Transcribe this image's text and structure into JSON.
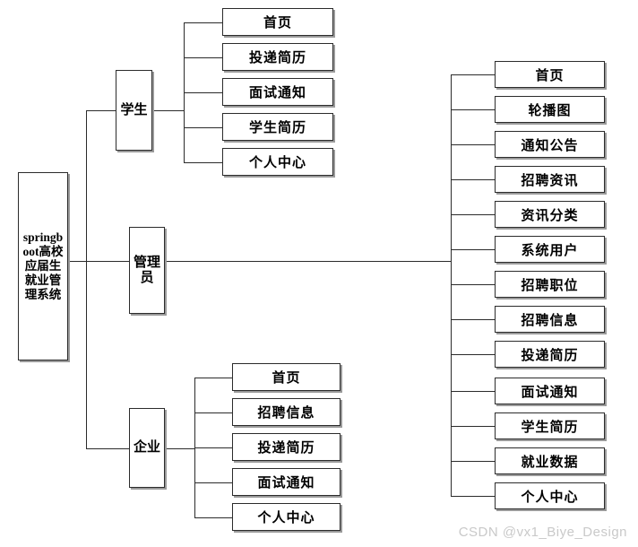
{
  "diagram": {
    "type": "tree-hierarchy-diagram",
    "title_node": {
      "label": "springboot高校应届生就业管理系统",
      "display_lines": [
        "spring",
        "g",
        "boot",
        "高校",
        "应届",
        "生就",
        "业管",
        "理系",
        "统"
      ]
    },
    "branches": [
      {
        "role": "学生",
        "role_display_lines": [
          "学",
          "生"
        ],
        "items": [
          {
            "label": "首页"
          },
          {
            "label": "投递简历"
          },
          {
            "label": "面试通知"
          },
          {
            "label": "学生简历"
          },
          {
            "label": "个人中心"
          }
        ]
      },
      {
        "role": "管理员",
        "role_display_lines": [
          "管",
          "理",
          "员"
        ],
        "items": [
          {
            "label": "首页"
          },
          {
            "label": "轮播图"
          },
          {
            "label": "通知公告"
          },
          {
            "label": "招聘资讯"
          },
          {
            "label": "资讯分类"
          },
          {
            "label": "系统用户"
          },
          {
            "label": "招聘职位"
          },
          {
            "label": "招聘信息"
          },
          {
            "label": "投递简历"
          },
          {
            "label": "面试通知"
          },
          {
            "label": "学生简历"
          },
          {
            "label": "就业数据"
          },
          {
            "label": "个人中心"
          }
        ]
      },
      {
        "role": "企业",
        "role_display_lines": [
          "企",
          "业"
        ],
        "items": [
          {
            "label": "首页"
          },
          {
            "label": "招聘信息"
          },
          {
            "label": "投递简历"
          },
          {
            "label": "面试通知"
          },
          {
            "label": "个人中心"
          }
        ]
      }
    ],
    "watermark": "CSDN @vx1_Biye_Design",
    "colors": {
      "background": "#ffffff",
      "box_border": "#2b2b2b",
      "box_shadow": "#9a9a9a",
      "connector": "#2b2b2b",
      "text": "#000000",
      "watermark": "#c9c9c9"
    }
  }
}
